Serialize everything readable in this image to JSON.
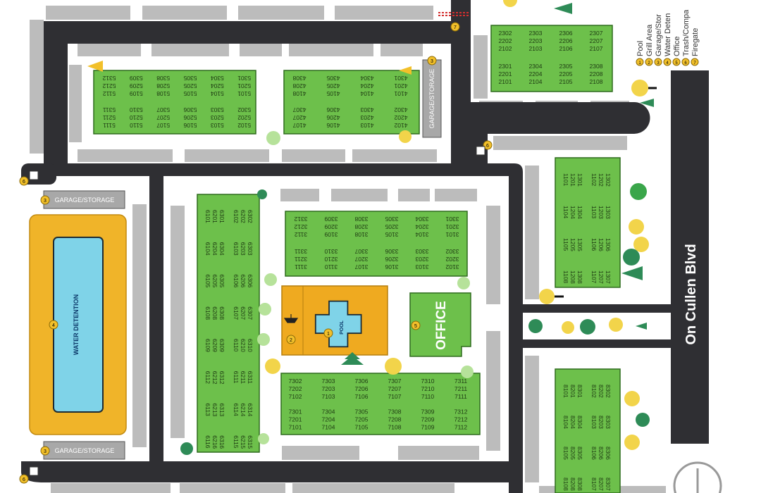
{
  "street": {
    "name": "On Cullen Blvd"
  },
  "legend": [
    {
      "num": "1",
      "label": "Pool"
    },
    {
      "num": "2",
      "label": "Grill Area"
    },
    {
      "num": "3",
      "label": "Garage/Stor"
    },
    {
      "num": "4",
      "label": "Water Deten"
    },
    {
      "num": "5",
      "label": "Office"
    },
    {
      "num": "6",
      "label": "Trash/Compa"
    },
    {
      "num": "7",
      "label": "Firegate"
    }
  ],
  "amenities": {
    "office": "OFFICE",
    "pool": "POOL",
    "water": "WATER DETENTION",
    "garage_storage": "GARAGE/STORAGE"
  },
  "buildings": {
    "b2300": {
      "cols": [
        [
          "2302",
          "2202",
          "2102"
        ],
        [
          "2303",
          "2203",
          "2103"
        ],
        [
          "2306",
          "2206",
          "2106"
        ],
        [
          "2307",
          "2207",
          "2107"
        ],
        [
          "2301",
          "2201",
          "2101"
        ],
        [
          "2304",
          "2204",
          "2104"
        ],
        [
          "2305",
          "2205",
          "2105"
        ],
        [
          "2308",
          "2208",
          "2108"
        ]
      ]
    },
    "b5300": {
      "cols": [
        [
          "5312",
          "5212",
          "5112"
        ],
        [
          "5309",
          "5209",
          "5109"
        ],
        [
          "5308",
          "5208",
          "5108"
        ],
        [
          "5305",
          "5205",
          "5105"
        ],
        [
          "5304",
          "5204",
          "5104"
        ],
        [
          "5301",
          "5201",
          "5101"
        ],
        [
          "5311",
          "5211",
          "5111"
        ],
        [
          "5310",
          "5210",
          "5110"
        ],
        [
          "5307",
          "5207",
          "5107"
        ],
        [
          "5306",
          "5206",
          "5106"
        ],
        [
          "5303",
          "5203",
          "5103"
        ],
        [
          "5302",
          "5202",
          "5102"
        ]
      ]
    },
    "b4300": {
      "cols": [
        [
          "4308",
          "4208",
          "4108"
        ],
        [
          "4305",
          "4205",
          "4105"
        ],
        [
          "4304",
          "4204",
          "4104"
        ],
        [
          "4301",
          "4201",
          "4101"
        ],
        [
          "4307",
          "4207",
          "4107"
        ],
        [
          "4306",
          "4206",
          "4106"
        ],
        [
          "4303",
          "4203",
          "4103"
        ],
        [
          "4302",
          "4202",
          "4102"
        ]
      ]
    },
    "b3300": {
      "cols": [
        [
          "3312",
          "3212",
          "3112"
        ],
        [
          "3309",
          "3209",
          "3109"
        ],
        [
          "3308",
          "3208",
          "3108"
        ],
        [
          "3305",
          "3205",
          "3105"
        ],
        [
          "3304",
          "3204",
          "3104"
        ],
        [
          "3301",
          "3201",
          "3101"
        ],
        [
          "3311",
          "3211",
          "3111"
        ],
        [
          "3310",
          "3210",
          "3110"
        ],
        [
          "3307",
          "3207",
          "3107"
        ],
        [
          "3306",
          "3206",
          "3106"
        ],
        [
          "3303",
          "3203",
          "3103"
        ],
        [
          "3302",
          "3202",
          "3102"
        ]
      ]
    },
    "b7300": {
      "cols": [
        [
          "7302",
          "7202",
          "7102"
        ],
        [
          "7303",
          "7203",
          "7103"
        ],
        [
          "7306",
          "7206",
          "7106"
        ],
        [
          "7307",
          "7207",
          "7107"
        ],
        [
          "7310",
          "7210",
          "7110"
        ],
        [
          "7311",
          "7211",
          "7111"
        ],
        [
          "7301",
          "7201",
          "7101"
        ],
        [
          "7304",
          "7204",
          "7104"
        ],
        [
          "7305",
          "7205",
          "7105"
        ],
        [
          "7308",
          "7208",
          "7108"
        ],
        [
          "7309",
          "7209",
          "7109"
        ],
        [
          "7312",
          "7212",
          "7112"
        ]
      ]
    },
    "b6300": {
      "cols": [
        [
          "6101",
          "6201",
          "6301"
        ],
        [
          "6102",
          "6202",
          "6302"
        ],
        [
          "6104",
          "6204",
          "6304"
        ],
        [
          "6103",
          "6203",
          "6303"
        ],
        [
          "6105",
          "6205",
          "6305"
        ],
        [
          "6106",
          "6206",
          "6306"
        ],
        [
          "6108",
          "6208",
          "6308"
        ],
        [
          "6107",
          "6207",
          "6307"
        ],
        [
          "6109",
          "6209",
          "6309"
        ],
        [
          "6110",
          "6210",
          "6310"
        ],
        [
          "6112",
          "6212",
          "6312"
        ],
        [
          "6111",
          "6211",
          "6311"
        ],
        [
          "6113",
          "6213",
          "6313"
        ],
        [
          "6114",
          "6214",
          "6314"
        ],
        [
          "6116",
          "6216",
          "6316"
        ],
        [
          "6115",
          "6215",
          "6315"
        ]
      ]
    },
    "b1300": {
      "cols": [
        [
          "1101",
          "1201",
          "1301"
        ],
        [
          "1102",
          "1202",
          "1302"
        ],
        [
          "1104",
          "1204",
          "1304"
        ],
        [
          "1103",
          "1203",
          "1303"
        ],
        [
          "1105",
          "1205",
          "1305"
        ],
        [
          "1106",
          "1206",
          "1306"
        ],
        [
          "1108",
          "1208",
          "1308"
        ],
        [
          "1107",
          "1207",
          "1307"
        ]
      ]
    },
    "b8300": {
      "cols": [
        [
          "8101",
          "8201",
          "8301"
        ],
        [
          "8102",
          "8202",
          "8302"
        ],
        [
          "8104",
          "8204",
          "8304"
        ],
        [
          "8103",
          "8203",
          "8303"
        ],
        [
          "8105",
          "8205",
          "8305"
        ],
        [
          "8106",
          "8206",
          "8306"
        ],
        [
          "8108",
          "8208",
          "8308"
        ],
        [
          "8107",
          "8207",
          "8307"
        ]
      ]
    }
  }
}
